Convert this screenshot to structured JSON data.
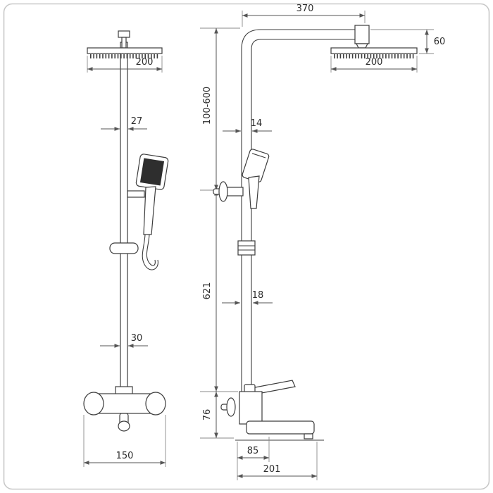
{
  "drawing": {
    "front": {
      "head_width": "200",
      "riser_width": "27",
      "riser_lower_width": "30",
      "mixer_width": "150"
    },
    "side": {
      "arm_reach": "370",
      "head_height": "60",
      "head_depth": "200",
      "height_adjust_range": "100-600",
      "pipe_upper": "14",
      "riser_height": "621",
      "pipe_lower": "18",
      "mixer_height": "76",
      "spout_offset": "85",
      "spout_reach": "201"
    }
  }
}
